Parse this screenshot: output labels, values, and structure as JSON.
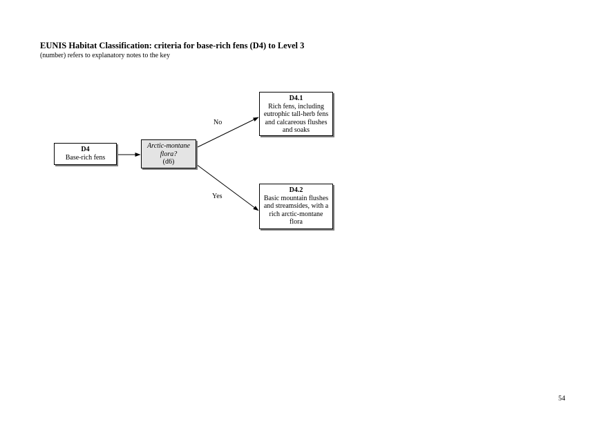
{
  "header": {
    "title": "EUNIS Habitat Classification: criteria for base-rich fens (D4) to Level 3",
    "subtitle": "(number) refers to explanatory notes to the key"
  },
  "diagram": {
    "root": {
      "code": "D4",
      "lines": [
        "Base-rich fens"
      ]
    },
    "decision": {
      "question_lines": [
        "Arctic-montane",
        "flora?"
      ],
      "note": "(d6)"
    },
    "branches": {
      "no": {
        "label": "No",
        "code": "D4.1",
        "lines": [
          "Rich fens, including",
          "eutrophic tall-herb fens",
          "and calcareous flushes",
          "and soaks"
        ]
      },
      "yes": {
        "label": "Yes",
        "code": "D4.2",
        "lines": [
          "Basic mountain flushes",
          "and streamsides, with a",
          "rich arctic-montane",
          "flora"
        ]
      }
    }
  },
  "footer": {
    "page_number": "54"
  }
}
